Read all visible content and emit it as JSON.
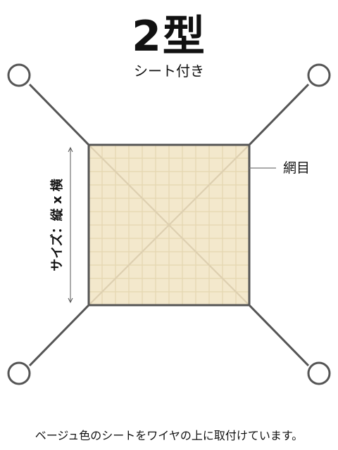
{
  "title": "2型",
  "subtitle": "シート付き",
  "mesh_label": "網目",
  "size_label": "サイズ：縦 x 横",
  "caption": "ベージュ色のシートをワイヤの上に取付けています。",
  "colors": {
    "sheet_fill": "#f3e8cc",
    "grid_line": "#e5d6b0",
    "diagonal": "#ddcfb0",
    "frame": "#555555",
    "wire": "#555555"
  }
}
